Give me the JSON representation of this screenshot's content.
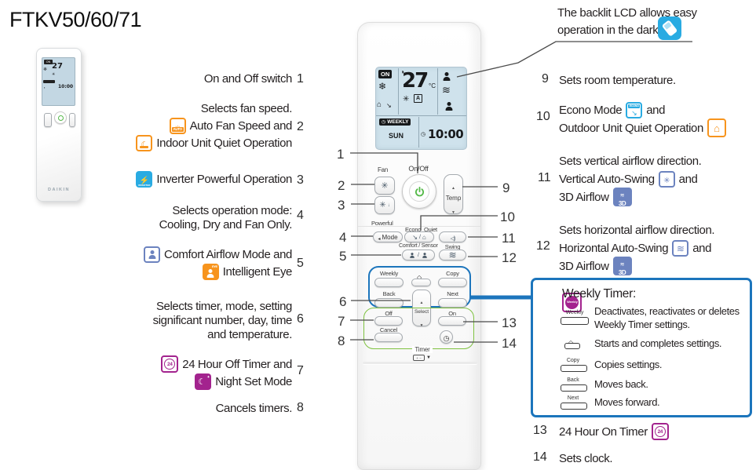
{
  "title": "FTKV50/60/71",
  "colors": {
    "orange": "#F7941D",
    "cyan": "#29ABE2",
    "blue": "#6C83BF",
    "purple": "#A3238E",
    "box_blue": "#1C75BC",
    "power_green": "#54B948",
    "timer_outline_green": "#7FC241",
    "lcd_bg": "#CFE2EC"
  },
  "backlit_note": {
    "line1": "The backlit LCD allows easy",
    "line2": "operation in the dark."
  },
  "left_items": [
    {
      "num": "1",
      "l1": "On and Off switch"
    },
    {
      "num": "2",
      "l1": "Selects fan speed.",
      "l2": "Auto Fan Speed and",
      "l3": "Indoor Unit Quiet Operation"
    },
    {
      "num": "3",
      "l1": "Inverter Powerful Operation"
    },
    {
      "num": "4",
      "l1": "Selects operation mode:",
      "l2": "Cooling, Dry and Fan Only."
    },
    {
      "num": "5",
      "l1": "Comfort Airflow Mode and",
      "l2": "Intelligent Eye"
    },
    {
      "num": "6",
      "l1": "Selects timer, mode, setting",
      "l2": "significant number, day, time",
      "l3": "and temperature."
    },
    {
      "num": "7",
      "l1": "24 Hour Off Timer and",
      "l2": "Night Set Mode"
    },
    {
      "num": "8",
      "l1": "Cancels timers."
    }
  ],
  "right_items": [
    {
      "num": "9",
      "l1": "Sets room temperature."
    },
    {
      "num": "10",
      "l1a": "Econo Mode",
      "l1b": "and",
      "l2": "Outdoor Unit Quiet Operation"
    },
    {
      "num": "11",
      "l0": "Sets vertical airflow direction.",
      "l1a": "Vertical Auto-Swing",
      "l1b": "and",
      "l2": "3D Airflow"
    },
    {
      "num": "12",
      "l0": "Sets horizontal airflow direction.",
      "l1a": "Horizontal Auto-Swing",
      "l1b": "and",
      "l2": "3D Airflow"
    },
    {
      "num": "13",
      "l1": "24 Hour On Timer"
    },
    {
      "num": "14",
      "l1": "Sets clock."
    }
  ],
  "weekly_box": {
    "title": "Weekly Timer:",
    "rows": [
      {
        "button": "Weekly",
        "t1": "Deactivates, reactivates or deletes",
        "t2": "Weekly Timer settings."
      },
      {
        "button": "",
        "t1": "Starts and completes settings."
      },
      {
        "button": "Copy",
        "t1": "Copies settings."
      },
      {
        "button": "Back",
        "t1": "Moves back."
      },
      {
        "button": "Next",
        "t1": "Moves forward."
      }
    ]
  },
  "remote": {
    "lcd": {
      "on": "ON",
      "temp": "27",
      "unit": "°C",
      "auto": "A",
      "weekly": "WEEKLY",
      "day": "SUN",
      "time": "10:00"
    },
    "labels": {
      "fan": "Fan",
      "onoff": "On/Off",
      "temp": "Temp",
      "powerful": "Powerful",
      "econo": "Econo",
      "quiet": "Quiet",
      "mode": "Mode",
      "comfort_sensor": "Comfort / Sensor",
      "swing": "Swing",
      "weekly": "Weekly",
      "copy": "Copy",
      "back": "Back",
      "next": "Next",
      "select": "Select",
      "off": "Off",
      "on": "On",
      "cancel": "Cancel",
      "timer": "Timer"
    }
  },
  "icon_text": {
    "auto": "AUTO",
    "inverter": "INVERTER",
    "eye": "EYE",
    "d3": "3D",
    "h24": "24",
    "econo": "ECONO",
    "weekly": "Weekly"
  },
  "mini_remote": {
    "brand": "DAIKIN",
    "temp": "27",
    "on": "ON",
    "time": "10:00"
  }
}
